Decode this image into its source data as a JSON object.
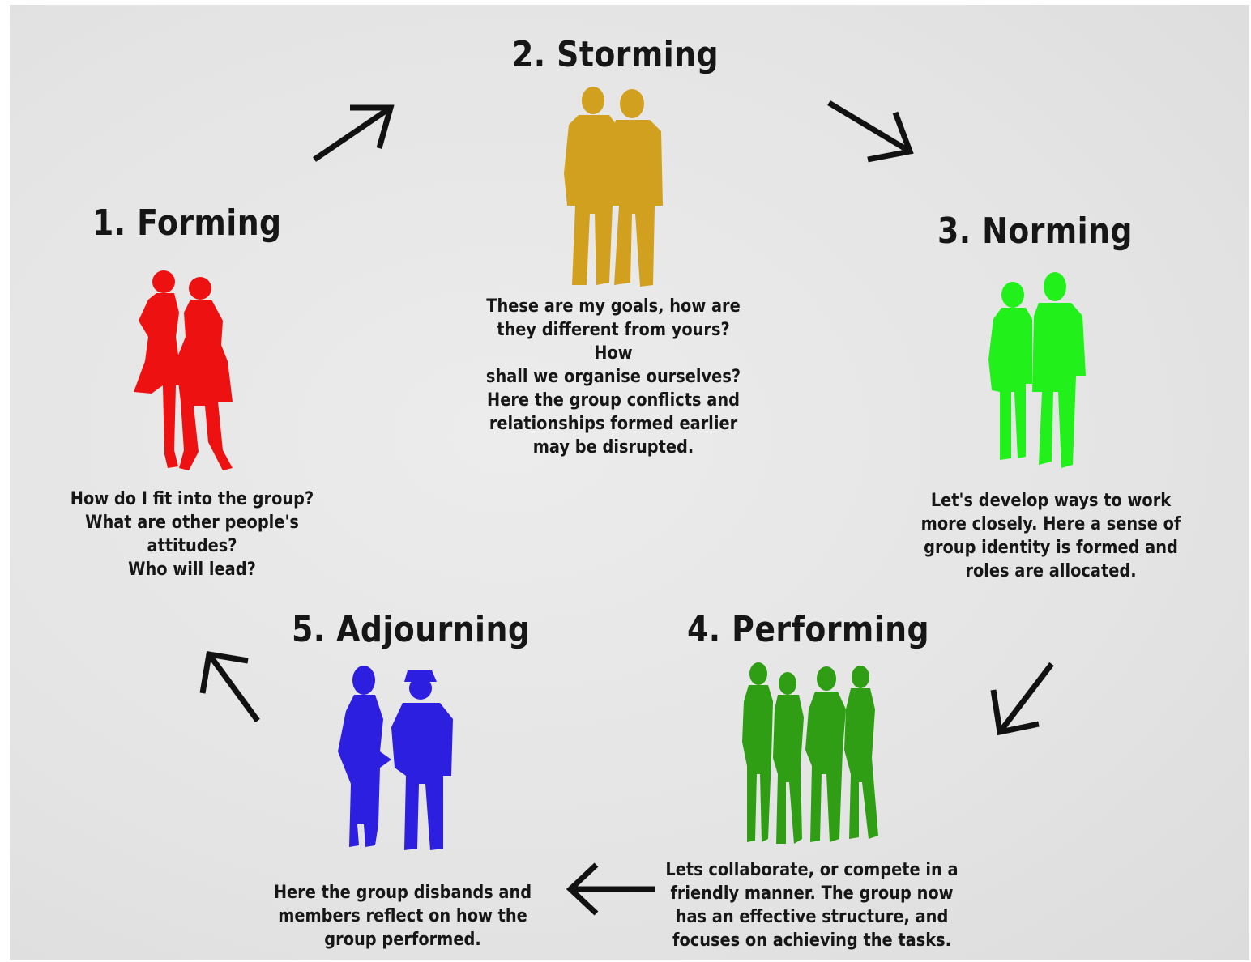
{
  "stages": [
    {
      "title": "1. Forming",
      "description": "How do I fit into the group?\nWhat are other people's\nattitudes?\nWho will lead?",
      "color": "#ee1111",
      "icon": "two-women-silhouette-icon"
    },
    {
      "title": "2. Storming",
      "description": "These are my goals, how are\nthey different from yours? How\nshall we organise ourselves?\nHere the group conflicts and\nrelationships formed earlier\nmay be disrupted.",
      "color": "#d1a01f",
      "icon": "two-men-silhouette-icon"
    },
    {
      "title": "3. Norming",
      "description": "Let's develop ways to work\nmore closely. Here a sense of\ngroup identity is formed and\nroles are allocated.",
      "color": "#22f01a",
      "icon": "couple-silhouette-icon"
    },
    {
      "title": "4. Performing",
      "description": "Lets collaborate, or compete in a\nfriendly manner. The group now\nhas an effective structure, and\nfocuses on achieving the tasks.",
      "color": "#2f9e14",
      "icon": "group-of-four-silhouette-icon"
    },
    {
      "title": "5. Adjourning",
      "description": "Here the group disbands and\nmembers reflect on how the\ngroup performed.",
      "color": "#2d1fe0",
      "icon": "couple-with-cap-silhouette-icon"
    }
  ],
  "arrows": [
    "arrow-up-right-icon",
    "arrow-down-right-icon",
    "arrow-down-left-icon",
    "arrow-left-icon",
    "arrow-up-left-icon"
  ]
}
